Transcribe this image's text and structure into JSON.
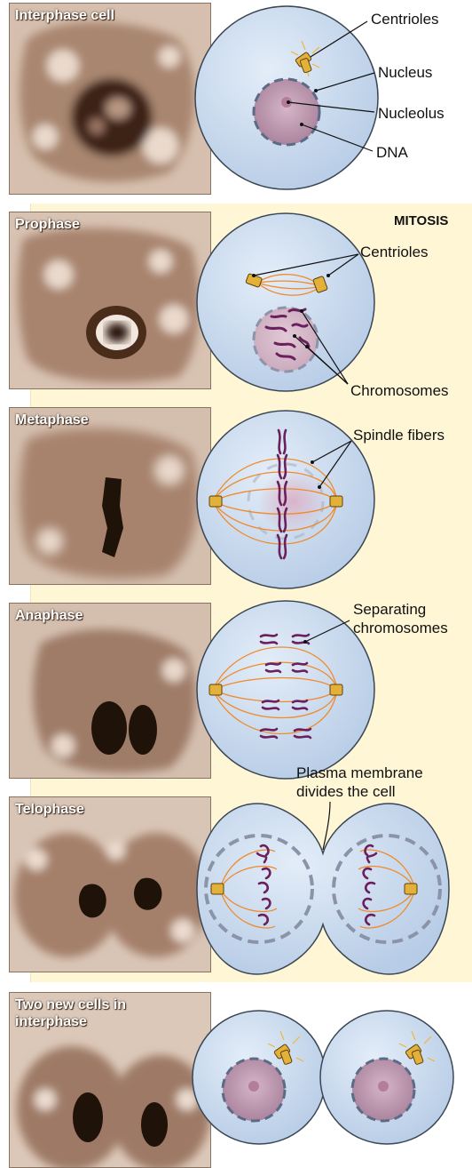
{
  "heading": "MITOSIS",
  "stages": [
    {
      "label": "Interphase cell"
    },
    {
      "label": "Prophase"
    },
    {
      "label": "Metaphase"
    },
    {
      "label": "Anaphase"
    },
    {
      "label": "Telophase"
    },
    {
      "label": "Two new cells in interphase"
    }
  ],
  "annotations": {
    "centrioles_1": "Centrioles",
    "nucleus": "Nucleus",
    "nucleolus": "Nucleolus",
    "dna": "DNA",
    "centrioles_2": "Centrioles",
    "chromosomes": "Chromosomes",
    "spindle_fibers": "Spindle fibers",
    "separating_1": "Separating",
    "separating_2": "chromosomes",
    "plasma_1": "Plasma membrane",
    "plasma_2": "divides the cell"
  },
  "colors": {
    "cell_fill": "#c6d8ee",
    "cell_stroke": "#3b4654",
    "nucleus_fill": "#b98faa",
    "chromosome": "#6b1f5d",
    "spindle": "#f08a2a",
    "centriole": "#e3b13a",
    "highlight_bg": "#fff6d6"
  }
}
